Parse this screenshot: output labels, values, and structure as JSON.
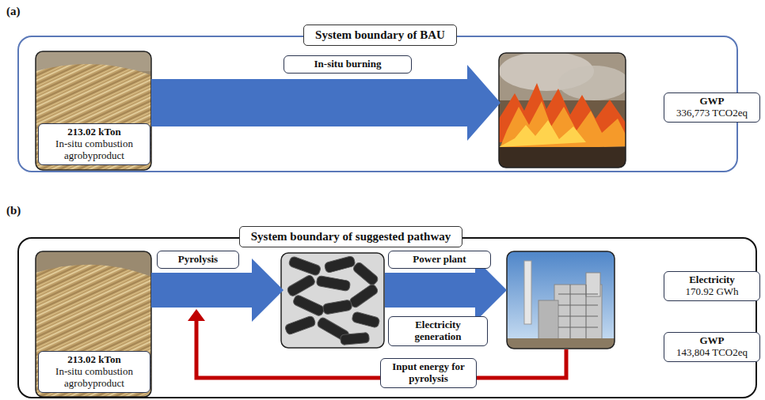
{
  "diagram": {
    "nodes": [
      {
        "text": [
          "System boundary of BAU"
        ]
      },
      {
        "text": [
          "213.02 kTon",
          "In-situ combustion agrobyproduct"
        ],
        "in": 0
      },
      {
        "text": [
          "In-situ burning"
        ],
        "in": 0
      },
      {
        "text": [
          "GWP",
          "336,773 TCO2eq"
        ]
      },
      {
        "text": [
          "System boundary of suggested pathway"
        ]
      },
      {
        "text": [
          "213.02 kTon",
          "In-situ combustion agrobyproduct"
        ],
        "in": 4
      },
      {
        "text": [
          "Pyrolysis"
        ],
        "in": 4
      },
      {
        "text": [
          "Power plant"
        ],
        "in": 4
      },
      {
        "text": [
          "Electricity generation"
        ],
        "in": 4
      },
      {
        "text": [
          "Input energy for pyrolysis"
        ],
        "in": 4
      },
      {
        "text": [
          "Electricity",
          "170.92 GWh"
        ]
      },
      {
        "text": [
          "GWP",
          "143,804 TCO2eq"
        ]
      }
    ],
    "labels": [
      "(a)",
      "(b)"
    ]
  }
}
